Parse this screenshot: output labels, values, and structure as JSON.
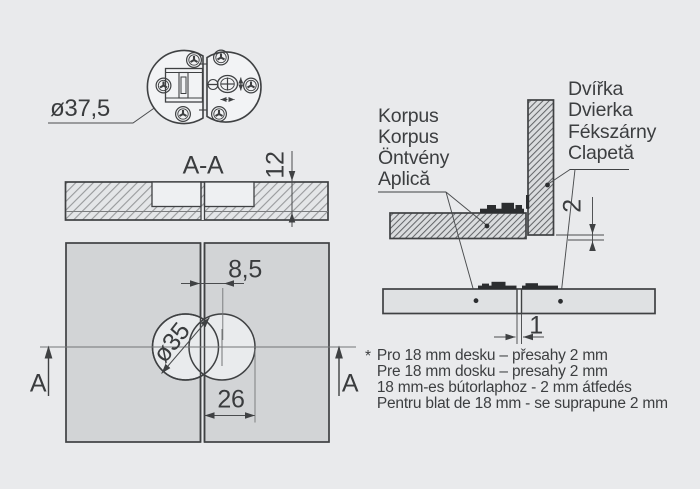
{
  "top_view": {
    "diameter_label": "ø37,5"
  },
  "section_view": {
    "title": "A-A",
    "thickness": "12"
  },
  "plan_view": {
    "edge_offset": "8,5",
    "hole_diameter": "ø35",
    "hole_spacing": "26",
    "section_marker_left": "A",
    "section_marker_right": "A"
  },
  "side_view": {
    "body_labels": [
      "Korpus",
      "Korpus",
      "Öntvény",
      "Aplică"
    ],
    "door_labels": [
      "Dvířka",
      "Dvierka",
      "Fékszárny",
      "Clapetă"
    ],
    "overhang": "2"
  },
  "flat_view": {
    "gap": "1"
  },
  "footnote": {
    "marker": "*",
    "lines": [
      "Pro 18 mm desku – přesahy 2 mm",
      "Pre 18 mm dosku – presahy 2 mm",
      "18 mm-es bútorlaphoz - 2 mm átfedés",
      "Pentru blat de 18 mm - se suprapune 2 mm"
    ]
  },
  "colors": {
    "background": "#e9eaec",
    "outline": "#3f4143",
    "panel_fill": "#d2d4d6",
    "hatch": "#8f9193",
    "hardware_dark": "#2c2e30"
  }
}
